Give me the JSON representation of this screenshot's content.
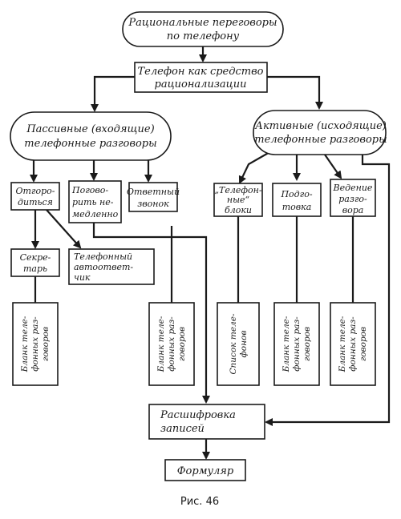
{
  "nodes": {
    "root": [
      "Рациональные переговоры",
      "по телефону"
    ],
    "phone": [
      "Телефон как средство",
      "рационализации"
    ],
    "passive": [
      "Пассивные (входящие)",
      "телефонные разговоры"
    ],
    "active": [
      "Активные (исходящие)",
      "телефонные разговоры"
    ],
    "fence": [
      "Отгоро-",
      "диться"
    ],
    "talk_now": [
      "Поговo-",
      "рить не-",
      "медленно"
    ],
    "callback": [
      "Ответный",
      "звонок"
    ],
    "blocks": [
      "„Телефон-",
      "ные“",
      "блоки"
    ],
    "prep": [
      "Подго-",
      "товка"
    ],
    "lead": [
      "Ведение",
      "разго-",
      "вора"
    ],
    "secretary": [
      "Секре-",
      "тарь"
    ],
    "answerer": [
      "Телефонный",
      "автоответ-",
      "чик"
    ],
    "form1": [
      "Бланк теле-",
      "фонных раз-",
      "говоров"
    ],
    "form2": [
      "Бланк теле-",
      "фонных раз-",
      "говоров"
    ],
    "list": [
      "Список теле-",
      "фонов"
    ],
    "form3": [
      "Бланк теле-",
      "фонных раз-",
      "говоров"
    ],
    "form4": [
      "Бланк теле-",
      "фонных раз-",
      "говоров"
    ],
    "decode": [
      "Расшифровка",
      "записей"
    ],
    "formular": [
      "Формуляр"
    ]
  },
  "caption": "Рис. 46"
}
